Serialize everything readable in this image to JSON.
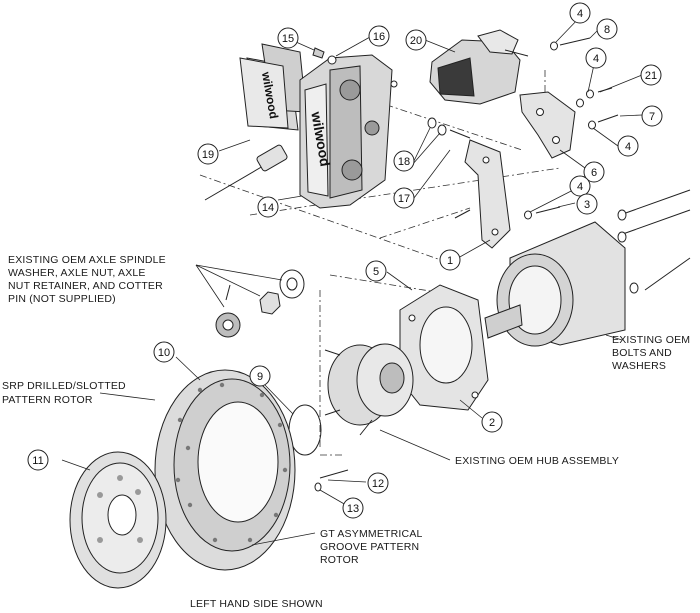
{
  "callouts": {
    "n1": "1",
    "n2": "2",
    "n3": "3",
    "n4a": "4",
    "n4b": "4",
    "n4c": "4",
    "n4d": "4",
    "n5": "5",
    "n6": "6",
    "n7": "7",
    "n8": "8",
    "n9": "9",
    "n10": "10",
    "n11": "11",
    "n12": "12",
    "n13": "13",
    "n14": "14",
    "n15": "15",
    "n16": "16",
    "n17": "17",
    "n18": "18",
    "n19": "19",
    "n20": "20",
    "n21": "21"
  },
  "notes": {
    "axle_spindle": [
      "EXISTING OEM AXLE SPINDLE",
      "WASHER, AXLE NUT, AXLE",
      "NUT RETAINER, AND COTTER",
      "PIN (NOT SUPPLIED)"
    ],
    "srp_rotor": [
      "SRP DRILLED/SLOTTED",
      "PATTERN ROTOR"
    ],
    "oem_bolts": [
      "EXISTING OEM",
      "BOLTS AND",
      "WASHERS"
    ],
    "oem_hub": "EXISTING OEM HUB ASSEMBLY",
    "gt_rotor": [
      "GT ASYMMETRICAL",
      "GROOVE PATTERN",
      "ROTOR"
    ],
    "side_shown": "LEFT HAND SIDE SHOWN"
  },
  "branding": {
    "caliper_logo": "wilwood",
    "pad_logo": "wilwood"
  },
  "colors": {
    "ink": "#222222",
    "part_fill": "#e6e6e6",
    "dark_fill": "#3a3a3a"
  }
}
